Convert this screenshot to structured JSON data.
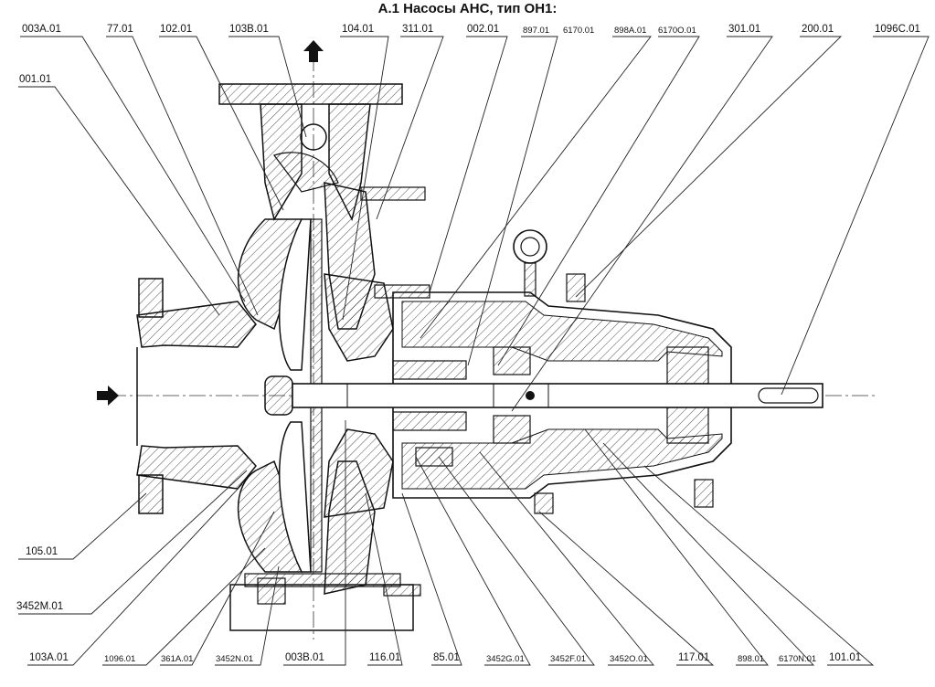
{
  "title": "A.1 Насосы АНС, тип ОН1:",
  "labels": {
    "top": [
      "003А.01",
      "77.01",
      "102.01",
      "103В.01",
      "104.01",
      "311.01",
      "002.01",
      "897.01",
      "6170.01",
      "898А.01",
      "6170О.01",
      "301.01",
      "200.01",
      "1096С.01"
    ],
    "left": [
      "001.01",
      "105.01",
      "3452М.01"
    ],
    "bottom": [
      "103А.01",
      "1096.01",
      "361А.01",
      "3452N.01",
      "003В.01",
      "116.01",
      "85.01",
      "3452G.01",
      "3452F.01",
      "3452О.01",
      "117.01",
      "898.01",
      "6170N.01",
      "101.01"
    ]
  }
}
